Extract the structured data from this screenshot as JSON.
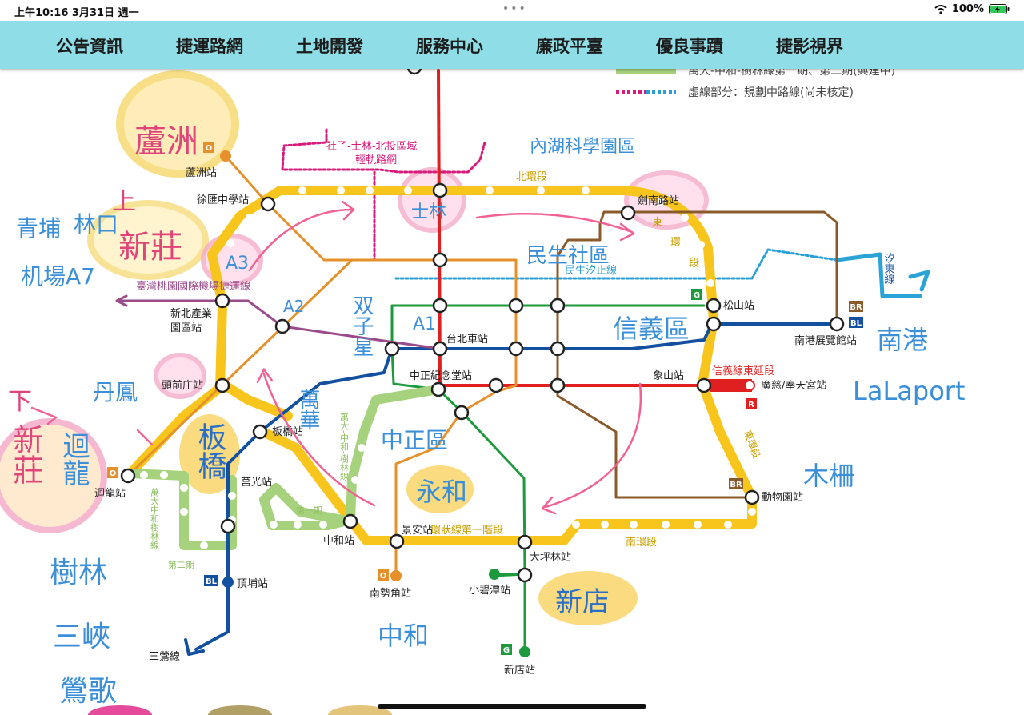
{
  "status_bar": {
    "time_date": "上午10:16   3月31日 週一",
    "battery": "100%"
  },
  "nav": {
    "items": [
      "公告資訊",
      "捷運路網",
      "土地開發",
      "服務中心",
      "廉政平臺",
      "優良事蹟",
      "捷影視界"
    ]
  },
  "legend": {
    "partial_item": "萬大-中和-樹林線第一期、第二期(興建中)",
    "dotted_item": "虛線部分：規劃中路線(尚未核定)"
  },
  "stations": {
    "luzhou": "蘆洲站",
    "xuhui": "徐匯中學站",
    "xinbei_industrial_1": "新北產業",
    "xinbei_industrial_2": "園區站",
    "touqianzhuang": "頭前庄站",
    "banqiao": "板橋站",
    "juguang": "莒光站",
    "huilong": "迴龍站",
    "zhonghe": "中和站",
    "jingan": "景安站",
    "nanshijiao": "南勢角站",
    "dapinglin": "大坪林站",
    "xiaobitan": "小碧潭站",
    "xindian": "新店站",
    "dingpu": "頂埔站",
    "sanying_line": "三鶯線",
    "taipei_main": "台北車站",
    "cks_memorial": "中正紀念堂站",
    "songshan": "松山站",
    "xiangshan": "象山站",
    "guangci": "廣慈/奉天宮站",
    "nangang_exhibition": "南港展覽館站",
    "jiannan": "劍南路站",
    "zoo": "動物園站"
  },
  "lines": {
    "airport_mrt": "臺灣桃園國際機場捷運線",
    "north_ring": "北環段",
    "east_ring_1": "東",
    "east_ring_2": "環",
    "east_ring_3": "段",
    "east_ring_lower": "東環段",
    "south_ring": "南環段",
    "minsheng_xizhi": "民生汐止線",
    "xizhi_east": "汐東線",
    "xinyi_east_ext": "信義線東延段",
    "circular_phase1": "環狀線第一階段",
    "phase1": "第一期",
    "phase2": "第二期",
    "wanda_upper": "萬大-中和-樹林線",
    "wanda_lower": "萬大中和樹林線",
    "shezi_lrt_1": "社子-士林-北投區域",
    "shezi_lrt_2": "輕軌路網"
  },
  "badges": {
    "orange": "O",
    "green": "G",
    "red": "R",
    "blue": "BL",
    "brown": "BR"
  },
  "annotations": {
    "luzhou": "蘆洲",
    "neihu": "內湖科學園區",
    "qingpu": "青埔",
    "linkou": "林口",
    "airport_a7": "机場A7",
    "shang": "上",
    "xinzhuang_upper": "新莊",
    "a3": "A3",
    "a2": "A2",
    "a1": "A1",
    "shilin": "士林",
    "minsheng_community": "民生社區",
    "shuangzixing": "双子星",
    "wanhua": "萬華",
    "xinyi_district": "信義區",
    "nangang": "南港",
    "lalaport": "LaLaport",
    "fengchun": "丹鳳",
    "xia": "下",
    "xinzhuang_lower": "新莊",
    "huilong_hw": "迴龍",
    "banqiao_hw": "板橋",
    "zhongzheng": "中正區",
    "yonghe": "永和",
    "muzha": "木柵",
    "shulin": "樹林",
    "sanxia": "三峽",
    "yingge": "鶯歌",
    "zhonghe_hw": "中和",
    "xindian_hw": "新店"
  }
}
